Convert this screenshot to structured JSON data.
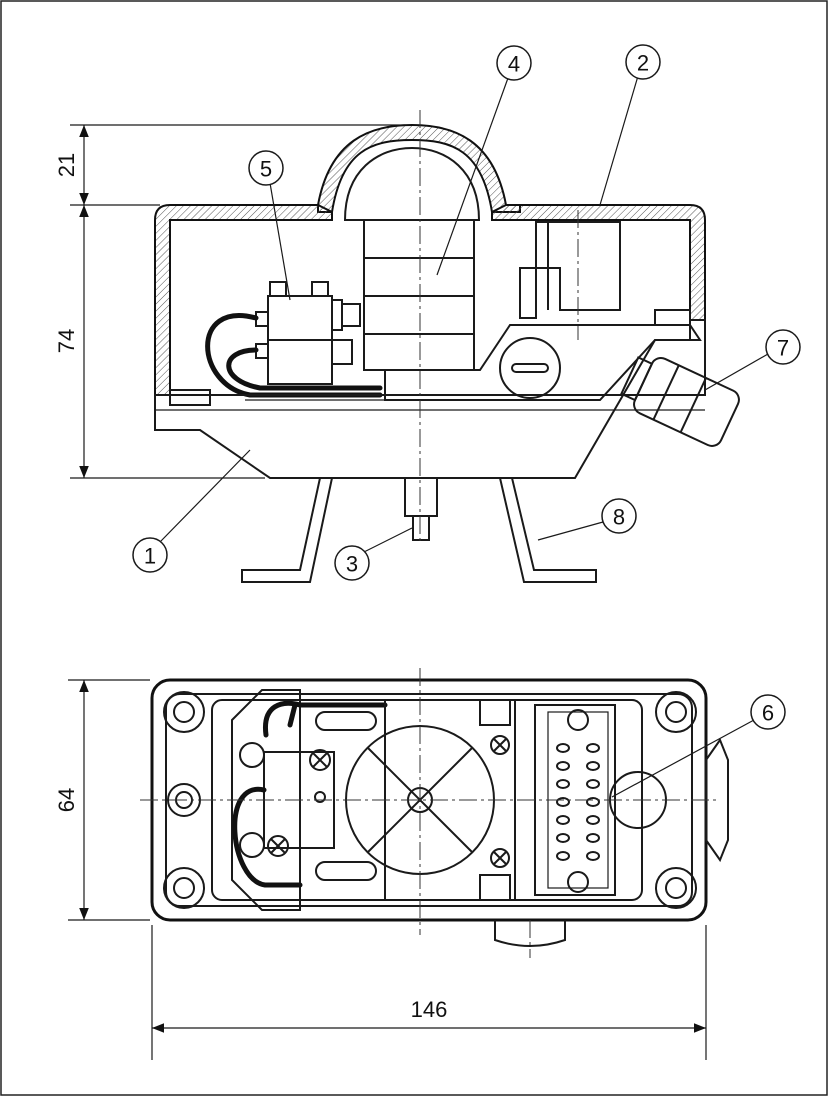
{
  "dimensions": {
    "cap_height": "21",
    "housing_height": "74",
    "depth": "64",
    "width": "146"
  },
  "callouts": [
    {
      "label": "1"
    },
    {
      "label": "2"
    },
    {
      "label": "3"
    },
    {
      "label": "4"
    },
    {
      "label": "5"
    },
    {
      "label": "6"
    },
    {
      "label": "7"
    },
    {
      "label": "8"
    }
  ]
}
